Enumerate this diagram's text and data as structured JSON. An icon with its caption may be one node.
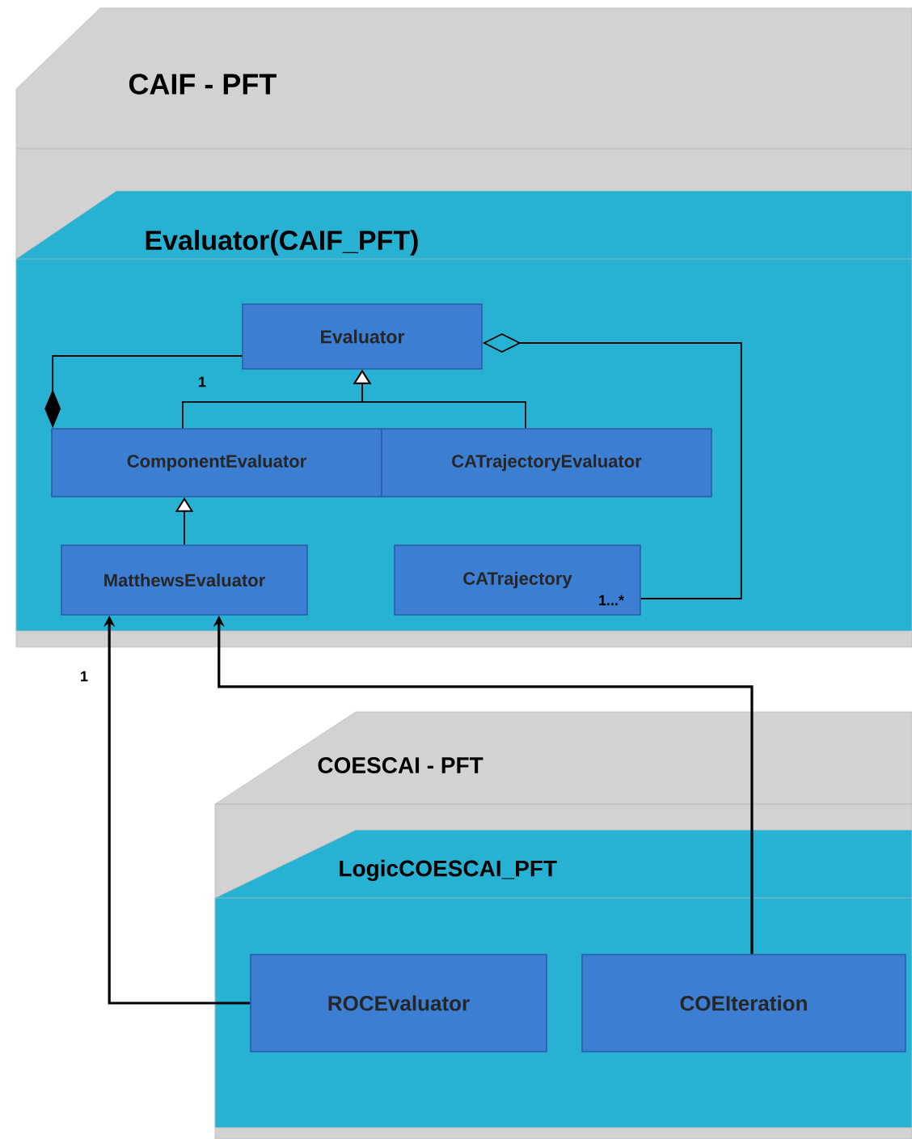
{
  "diagram": {
    "nodes": [
      {
        "text": [
          "CAIF - PFT"
        ]
      },
      {
        "text": [
          "Evaluator(CAIF_PFT)"
        ],
        "in": 0
      },
      {
        "text": [
          "Evaluator"
        ],
        "in": 1
      },
      {
        "text": [
          "ComponentEvaluator"
        ],
        "in": 1
      },
      {
        "text": [
          "CATrajectoryEvaluator"
        ],
        "in": 1
      },
      {
        "text": [
          "MatthewsEvaluator"
        ],
        "in": 1
      },
      {
        "text": [
          "CATrajectory"
        ],
        "in": 1
      },
      {
        "text": [
          "COESCAI - PFT"
        ]
      },
      {
        "text": [
          "LogicCOESCAI_PFT"
        ],
        "in": 7
      },
      {
        "text": [
          "ROCEvaluator"
        ],
        "in": 8
      },
      {
        "text": [
          "COEIteration"
        ],
        "in": 8
      }
    ],
    "edges": [
      {
        "from": 3,
        "to": 2,
        "arrow": "other",
        "label": "1"
      },
      {
        "from": 3,
        "to": 2,
        "arrow": "to"
      },
      {
        "from": 4,
        "to": 2,
        "arrow": "to"
      },
      {
        "from": 5,
        "to": 3,
        "arrow": "to"
      },
      {
        "from": 2,
        "to": 6,
        "arrow": "other",
        "label": "1...*"
      },
      {
        "from": 9,
        "to": 5,
        "arrow": "to",
        "label": "1"
      },
      {
        "from": 10,
        "to": 5,
        "arrow": "to"
      }
    ]
  }
}
